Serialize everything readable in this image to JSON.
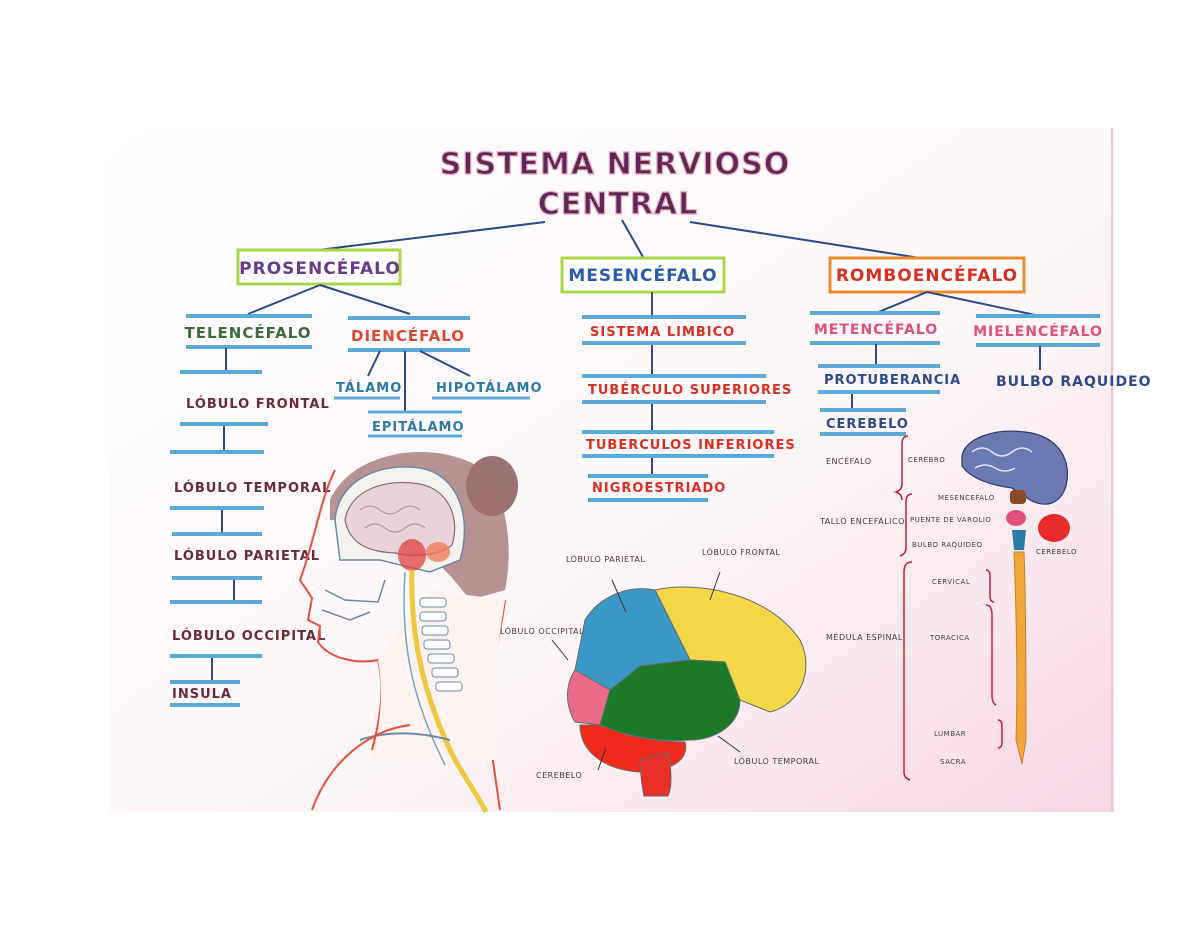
{
  "title": {
    "line1": "SISTEMA NERVIOSO",
    "line2": "CENTRAL"
  },
  "colors": {
    "title": "#5a2a55",
    "violet": "#6a3a8a",
    "blue_text": "#2a5aa8",
    "red_text": "#d84a30",
    "magenta_text": "#e0507a",
    "green_text": "#3b6b3a",
    "teal_text": "#3a8aa8",
    "bar": "#5aaad8",
    "purple_text": "#5a2a55",
    "orange_bar": "#ef8a2a",
    "dark_blue": "#2a4a88"
  },
  "prosencefalo": {
    "label": "PROSENCÉFALO",
    "telencefalo": {
      "label": "TELENCÉFALO",
      "items": [
        "LÓBULO FRONTAL",
        "LÓBULO TEMPORAL",
        "LÓBULO PARIETAL",
        "LÓBULO OCCIPITAL",
        "INSULA"
      ]
    },
    "diencefalo": {
      "label": "DIENCÉFALO",
      "items": [
        "TÁLAMO",
        "HIPOTÁLAMO",
        "EPITÁLAMO"
      ]
    }
  },
  "mesencefalo": {
    "label": "MESENCÉFALO",
    "items": [
      "SISTEMA LIMBICO",
      "TUBÉRCULO SUPERIORES",
      "TUBERCULOS INFERIORES",
      "NIGROESTRIADO"
    ]
  },
  "rombencefalo": {
    "label": "ROMBOENCÉFALO",
    "metencefalo": {
      "label": "METENCÉFALO",
      "items": [
        "PROTUBERANCIA",
        "CEREBELO"
      ]
    },
    "mielencefalo": {
      "label": "MIELENCÉFALO",
      "items": [
        "BULBO RAQUIDEO"
      ]
    }
  },
  "brain_labels": {
    "parietal": "LÓBULO PARIETAL",
    "frontal": "LÓBULO FRONTAL",
    "occipital": "LÓBULO OCCIPITAL",
    "cerebelo": "CEREBELO",
    "temporal": "LÓBULO TEMPORAL"
  },
  "cns_diagram": {
    "encefalo": "ENCÉFALO",
    "tallo": "TALLO ENCEFÁLICO",
    "medula": "MÉDULA ESPINAL",
    "cerebro": "CEREBRO",
    "mesencefalo": "MESENCEFALO",
    "puente": "PUENTE DE VAROLIO",
    "bulbo": "BULBO RAQUIDEO",
    "cerebelo": "CEREBELO",
    "cervical": "CERVICAL",
    "toracica": "TORACICA",
    "lumbar": "LUMBAR",
    "sacra": "SACRA"
  }
}
